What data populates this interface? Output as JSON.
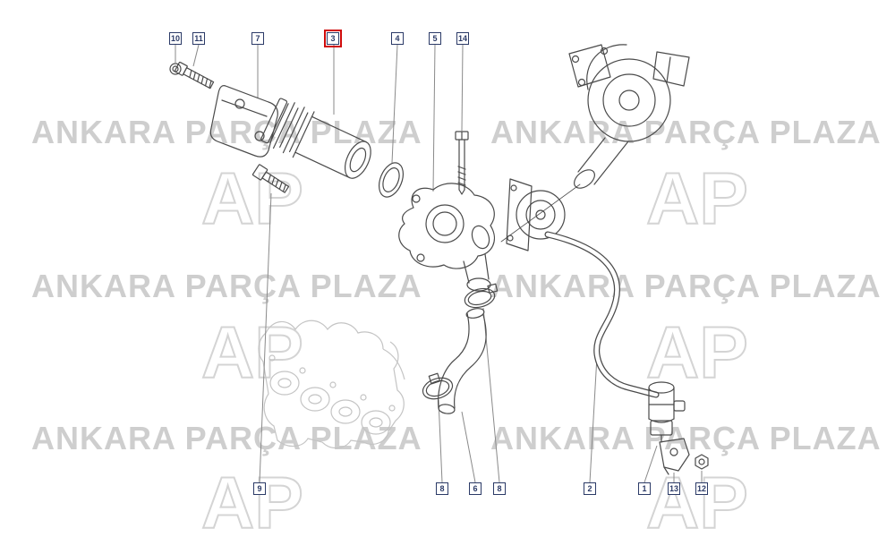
{
  "page": {
    "background": "#ffffff"
  },
  "watermark": {
    "text": "ANKARA PARÇA PLAZA",
    "logo_text": "AP",
    "color": "#c6c6c6"
  },
  "diagram": {
    "type": "exploded-parts-diagram",
    "highlighted_part": "3",
    "callouts": [
      {
        "label": "10",
        "highlighted": false
      },
      {
        "label": "11",
        "highlighted": false
      },
      {
        "label": "7",
        "highlighted": false
      },
      {
        "label": "3",
        "highlighted": true
      },
      {
        "label": "4",
        "highlighted": false
      },
      {
        "label": "5",
        "highlighted": false
      },
      {
        "label": "14",
        "highlighted": false
      },
      {
        "label": "9",
        "highlighted": false
      },
      {
        "label": "8",
        "highlighted": false
      },
      {
        "label": "6",
        "highlighted": false
      },
      {
        "label": "8",
        "highlighted": false
      },
      {
        "label": "2",
        "highlighted": false
      },
      {
        "label": "1",
        "highlighted": false
      },
      {
        "label": "13",
        "highlighted": false
      },
      {
        "label": "12",
        "highlighted": false
      }
    ]
  },
  "colors": {
    "line": "#4a4a4a",
    "faint_line": "#c4c4c4",
    "leader": "#8a8a8a",
    "callout_border": "#2b3a67",
    "callout_text": "#2b3a67",
    "highlight": "#cf0a0a",
    "watermark": "#c6c6c6"
  }
}
